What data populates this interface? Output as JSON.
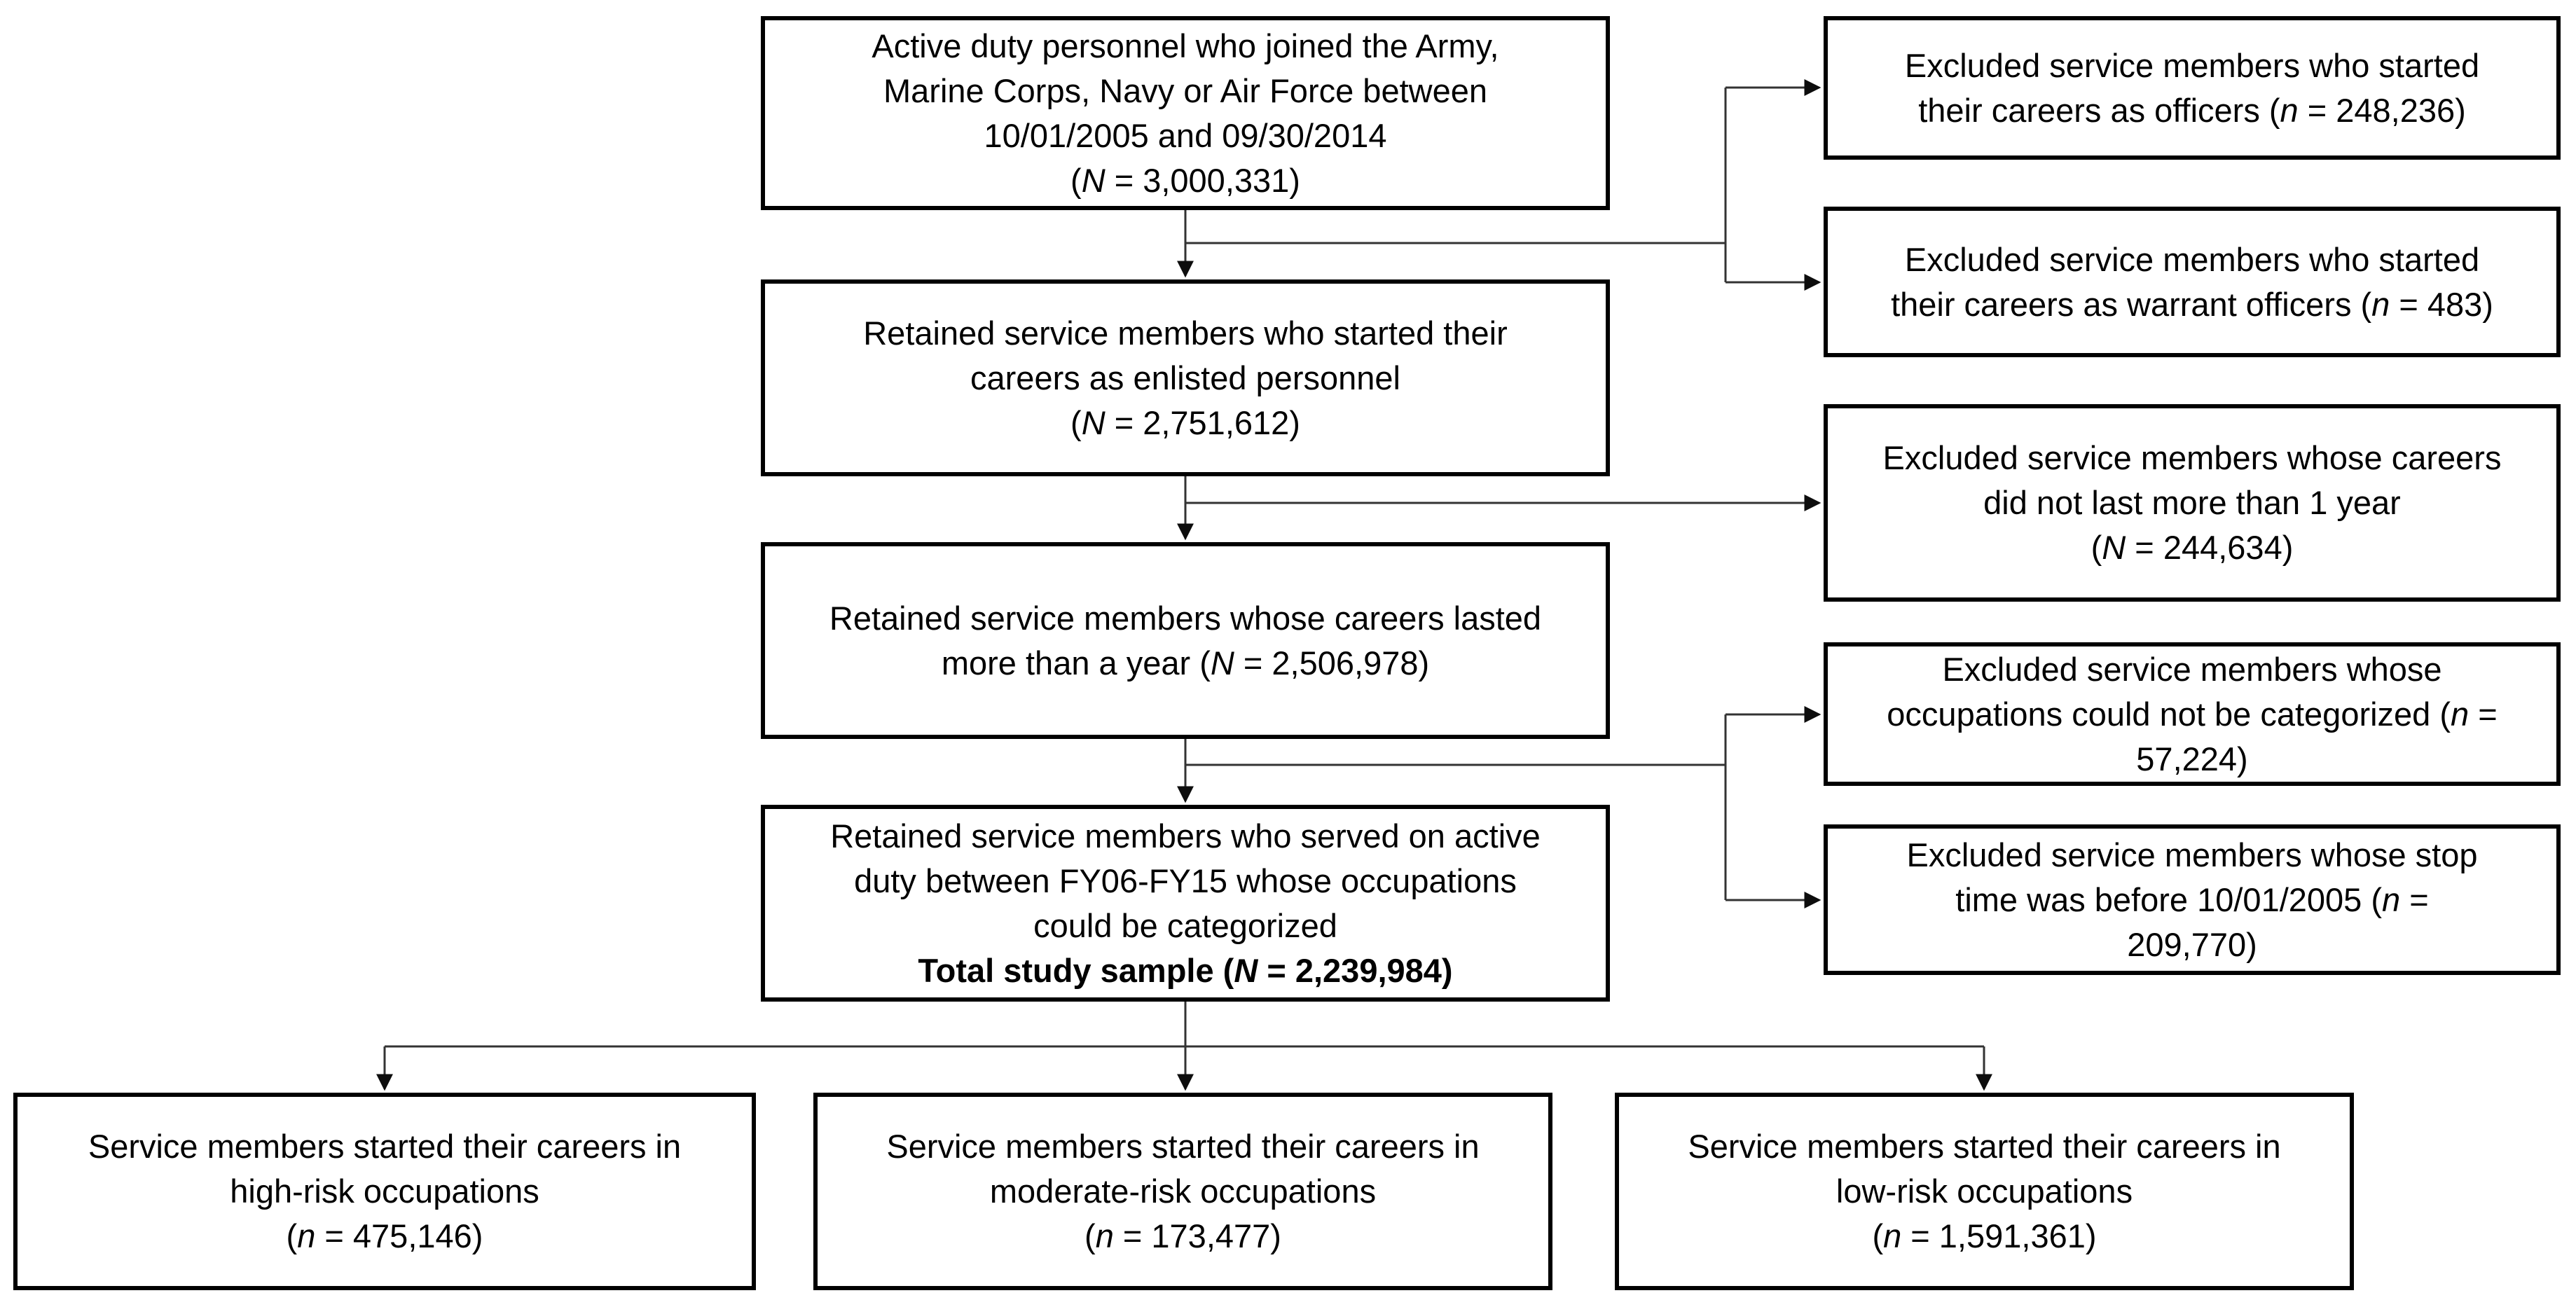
{
  "figure": {
    "kind": "study-flow-diagram",
    "background": "#ffffff",
    "box_border_color": "#000000",
    "connector_color": "#333333",
    "arrowhead_color": "#0d0d0d",
    "text_color": "#000000"
  },
  "flow": {
    "main": [
      {
        "name": "active-duty-personnel",
        "lines": [
          [
            {
              "t": "Active duty personnel who joined the Army,"
            }
          ],
          [
            {
              "t": "Marine Corps, Navy or Air Force between"
            }
          ],
          [
            {
              "t": "10/01/2005 and 09/30/2014"
            }
          ],
          [
            {
              "t": "("
            },
            {
              "t": "N",
              "i": true
            },
            {
              "t": " = 3,000,331)"
            }
          ]
        ]
      },
      {
        "name": "retained-enlisted",
        "lines": [
          [
            {
              "t": "Retained service members who started their"
            }
          ],
          [
            {
              "t": "careers as enlisted personnel"
            }
          ],
          [
            {
              "t": "("
            },
            {
              "t": "N",
              "i": true
            },
            {
              "t": " = 2,751,612)"
            }
          ]
        ]
      },
      {
        "name": "retained-career-length",
        "lines": [
          [
            {
              "t": "Retained service members whose careers lasted"
            }
          ],
          [
            {
              "t": "more than a year ("
            },
            {
              "t": "N",
              "i": true
            },
            {
              "t": " = 2,506,978)"
            }
          ]
        ]
      },
      {
        "name": "total-study-sample",
        "lines": [
          [
            {
              "t": "Retained service members who served on active"
            }
          ],
          [
            {
              "t": "duty between FY06-FY15 whose occupations"
            }
          ],
          [
            {
              "t": "could be categorized"
            }
          ],
          [
            {
              "t": "Total study sample (",
              "b": true
            },
            {
              "t": "N",
              "b": true,
              "i": true
            },
            {
              "t": " = 2,239,984)",
              "b": true
            }
          ]
        ]
      }
    ],
    "excluded": [
      {
        "name": "excluded-officers",
        "lines": [
          [
            {
              "t": "Excluded service members who started"
            }
          ],
          [
            {
              "t": "their careers as officers ("
            },
            {
              "t": "n",
              "i": true
            },
            {
              "t": " = 248,236)"
            }
          ]
        ]
      },
      {
        "name": "excluded-warrant-officers",
        "lines": [
          [
            {
              "t": "Excluded service members who started"
            }
          ],
          [
            {
              "t": "their careers as warrant officers ("
            },
            {
              "t": "n",
              "i": true
            },
            {
              "t": " = 483)"
            }
          ]
        ]
      },
      {
        "name": "excluded-short-careers",
        "lines": [
          [
            {
              "t": "Excluded service members whose careers"
            }
          ],
          [
            {
              "t": "did not last more than 1 year"
            }
          ],
          [
            {
              "t": "("
            },
            {
              "t": "N",
              "i": true
            },
            {
              "t": " = 244,634)"
            }
          ]
        ]
      },
      {
        "name": "excluded-uncategorized-occupations",
        "lines": [
          [
            {
              "t": "Excluded service members whose"
            }
          ],
          [
            {
              "t": "occupations could not be categorized ("
            },
            {
              "t": "n",
              "i": true
            },
            {
              "t": " ="
            }
          ],
          [
            {
              "t": "57,224)"
            }
          ]
        ]
      },
      {
        "name": "excluded-stop-time",
        "lines": [
          [
            {
              "t": "Excluded service members whose stop"
            }
          ],
          [
            {
              "t": "time was before 10/01/2005 ("
            },
            {
              "t": "n",
              "i": true
            },
            {
              "t": " ="
            }
          ],
          [
            {
              "t": "209,770)"
            }
          ]
        ]
      }
    ],
    "outcomes": [
      {
        "name": "high-risk-occupations",
        "lines": [
          [
            {
              "t": "Service members started their careers in"
            }
          ],
          [
            {
              "t": "high-risk occupations"
            }
          ],
          [
            {
              "t": "("
            },
            {
              "t": "n",
              "i": true
            },
            {
              "t": " = 475,146)"
            }
          ]
        ]
      },
      {
        "name": "moderate-risk-occupations",
        "lines": [
          [
            {
              "t": "Service members started their careers in"
            }
          ],
          [
            {
              "t": "moderate-risk occupations"
            }
          ],
          [
            {
              "t": "("
            },
            {
              "t": "n",
              "i": true
            },
            {
              "t": " = 173,477)"
            }
          ]
        ]
      },
      {
        "name": "low-risk-occupations",
        "lines": [
          [
            {
              "t": "Service members started their careers in"
            }
          ],
          [
            {
              "t": "low-risk occupations"
            }
          ],
          [
            {
              "t": "("
            },
            {
              "t": "n",
              "i": true
            },
            {
              "t": " = 1,591,361)"
            }
          ]
        ]
      }
    ]
  }
}
